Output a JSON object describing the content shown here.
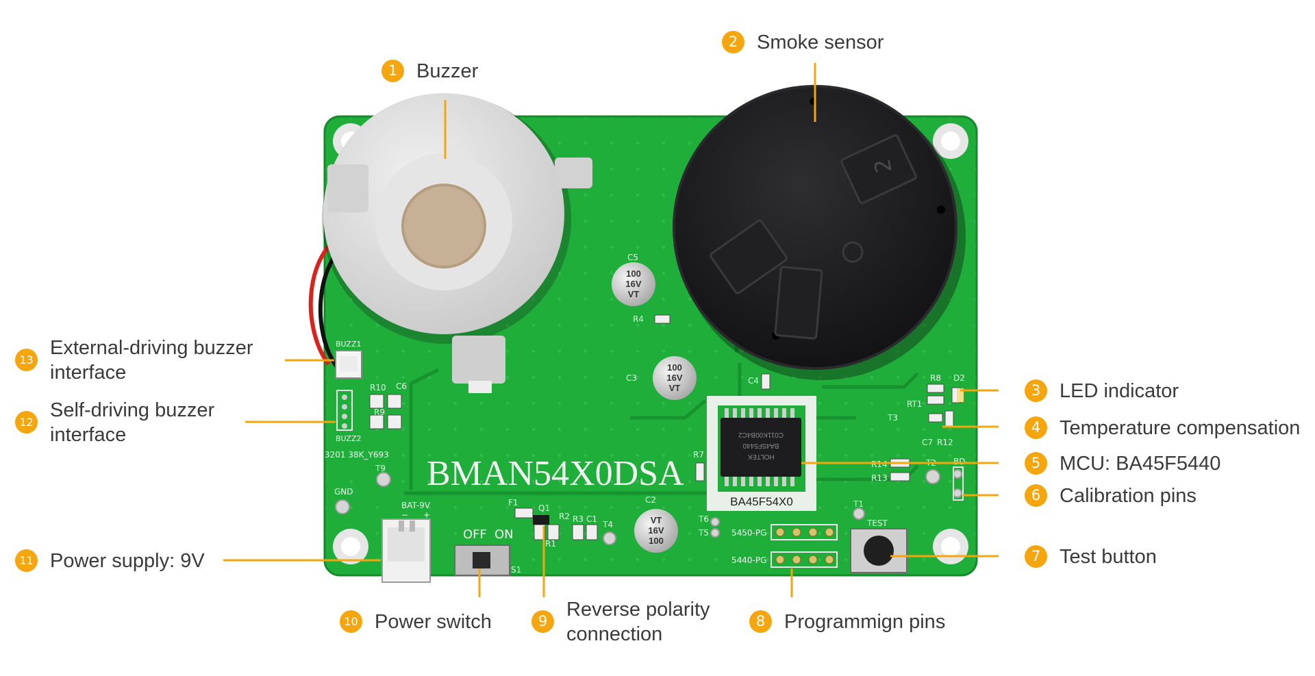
{
  "board": {
    "silk_title": "BMAN54X0DSA",
    "chip_label": "BA45F54X0",
    "chip_marking_line1": "HOLTEK",
    "chip_marking_line2": "BA45F5440",
    "chip_marking_line3": "C011K00B4C2",
    "cap_text_top": "100",
    "cap_text_mid": "16V",
    "cap_text_bot": "VT",
    "silk_c5": "C5",
    "silk_c3": "C3",
    "silk_c2": "C2",
    "silk_c4": "C4",
    "silk_c6": "C6",
    "silk_c7": "C7",
    "silk_c1": "C1",
    "silk_r4": "R4",
    "silk_r7": "R7",
    "silk_r8": "R8",
    "silk_r9": "R9",
    "silk_r10": "R10",
    "silk_r12": "R12",
    "silk_r13": "R13",
    "silk_r14": "R14",
    "silk_r1": "R1",
    "silk_r2": "R2",
    "silk_r3": "R3",
    "silk_rt1": "RT1",
    "silk_d2": "D2",
    "silk_t1": "T1",
    "silk_t2": "T2",
    "silk_t3": "T3",
    "silk_t4": "T4",
    "silk_t5": "T5",
    "silk_t6": "T6",
    "silk_t9": "T9",
    "silk_bd": "BD",
    "silk_f1": "F1",
    "silk_q1": "Q1",
    "silk_s1": "S1",
    "silk_gnd": "GND",
    "silk_bat": "BAT-9V",
    "silk_minus": "−",
    "silk_plus": "+",
    "silk_off": "OFF",
    "silk_on": "ON",
    "silk_test": "TEST",
    "silk_buzz1": "BUZZ1",
    "silk_buzz2": "BUZZ2",
    "silk_date": "3201 38K_Y693",
    "silk_pg5450": "5450-PG",
    "silk_pg5440": "5440-PG",
    "sensor_mark": "2"
  },
  "callouts": [
    {
      "num": "1",
      "lines": [
        "Buzzer"
      ]
    },
    {
      "num": "2",
      "lines": [
        "Smoke sensor"
      ]
    },
    {
      "num": "3",
      "lines": [
        "LED indicator"
      ]
    },
    {
      "num": "4",
      "lines": [
        "Temperature compensation"
      ]
    },
    {
      "num": "5",
      "lines": [
        "MCU: BA45F5440"
      ]
    },
    {
      "num": "6",
      "lines": [
        "Calibration pins"
      ]
    },
    {
      "num": "7",
      "lines": [
        "Test button"
      ]
    },
    {
      "num": "8",
      "lines": [
        "Programmign pins"
      ]
    },
    {
      "num": "9",
      "lines": [
        "Reverse polarity",
        "connection"
      ]
    },
    {
      "num": "10",
      "lines": [
        "Power switch"
      ]
    },
    {
      "num": "11",
      "lines": [
        "Power supply: 9V"
      ]
    },
    {
      "num": "12",
      "lines": [
        "Self-driving buzzer",
        "interface"
      ]
    },
    {
      "num": "13",
      "lines": [
        "External-driving buzzer",
        "interface"
      ]
    }
  ],
  "colors": {
    "pcb": "#1fae3a",
    "pcb_dark": "#148a2a",
    "accent": "#f5a60f",
    "text": "#3a3a3a",
    "sensor": "#1b1b1d",
    "buzzer": "#dcdcdc"
  }
}
